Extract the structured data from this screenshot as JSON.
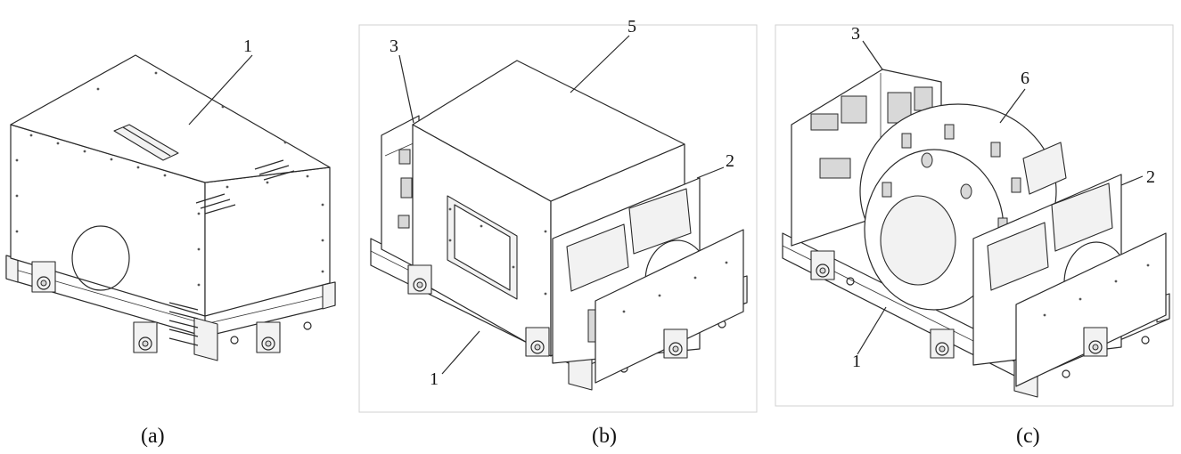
{
  "figure": {
    "panels": [
      {
        "id": "a",
        "caption": "(a)",
        "callouts": [
          "1"
        ]
      },
      {
        "id": "b",
        "caption": "(b)",
        "callouts": [
          "3",
          "5",
          "2",
          "1"
        ]
      },
      {
        "id": "c",
        "caption": "(c)",
        "callouts": [
          "3",
          "6",
          "2",
          "1"
        ]
      }
    ]
  }
}
